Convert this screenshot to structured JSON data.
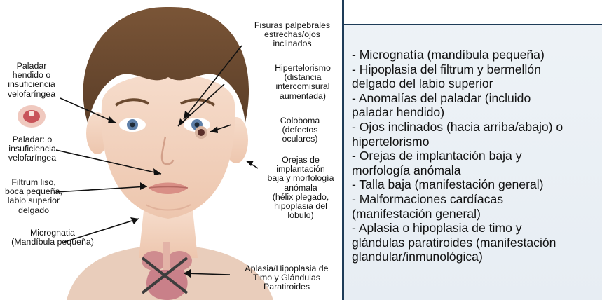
{
  "labels": {
    "paladar_hendido": "Paladar\nhendido o\ninsuficiencia\nvelofaríngea",
    "paladar_o": "Paladar: o\ninsuficiencia\nvelofaríngea",
    "filtrum": "Filtrum liso,\nboca pequeña,\nlabio superior\ndelgado",
    "micrognatia": "Micrognatia\n(Mandíbula pequeña)",
    "fisuras": "Fisuras palpebrales\nestrechas/ojos\ninclinados",
    "hipertelorismo": "Hipertelorismo\n(distancia\nintercomisural\naumentada)",
    "coloboma": "Coloboma\n(defectos\noculares)",
    "orejas": "Orejas de\nimplantación\nbaja y morfología\nanómala\n(hélix plegado,\nhipoplasia del\nlóbulo)",
    "aplasia": "Aplasia/Hipoplasia de\nTimo y Glándulas\nParatiroides"
  },
  "features": [
    "- Micrognatía (mandíbula pequeña)",
    "- Hipoplasia del filtrum y bermellón\n  delgado del labio superior",
    "- Anomalías del paladar (incluido\n  paladar hendido)",
    "- Ojos inclinados (hacia arriba/abajo) o\n  hipertelorismo",
    "- Orejas de implantación baja y\n  morfología anómala",
    "- Talla baja (manifestación general)",
    "- Malformaciones cardíacas\n  (manifestación general)",
    "- Aplasia o hipoplasia de timo y\n  glándulas paratiroides (manifestación\n  glandular/inmunológica)"
  ],
  "colors": {
    "skin": "#f3d3be",
    "hair": "#6a4a32",
    "eye_iris": "#5d7fa8",
    "lips": "#d98f86",
    "thymus": "#c97f86",
    "panel_bg": "#eef3f7",
    "panel_border": "#1e3c58"
  },
  "icons": [
    "child-face-illustration",
    "palate-icon",
    "coloboma-eye-icon",
    "cross-mark-icon"
  ]
}
